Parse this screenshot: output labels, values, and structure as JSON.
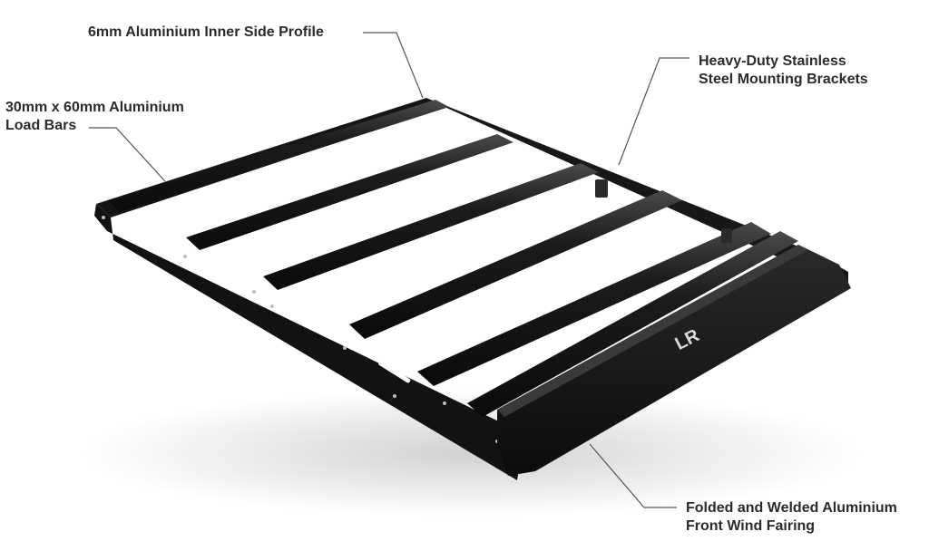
{
  "callouts": {
    "inner_side_profile": {
      "line1": "6mm Aluminium Inner Side Profile"
    },
    "load_bars": {
      "line1": "30mm x 60mm Aluminium",
      "line2": "Load Bars"
    },
    "brackets": {
      "line1": "Heavy-Duty Stainless",
      "line2": "Steel Mounting Brackets"
    },
    "wind_fairing": {
      "line1": "Folded and Welded Aluminium",
      "line2": "Front Wind Fairing"
    }
  },
  "logo": {
    "text": "LR"
  },
  "colors": {
    "rack": "#141414",
    "rack_highlight": "#3a3a3a",
    "label_text": "#2b2b2b",
    "leader_line": "#555555",
    "background": "#ffffff"
  }
}
